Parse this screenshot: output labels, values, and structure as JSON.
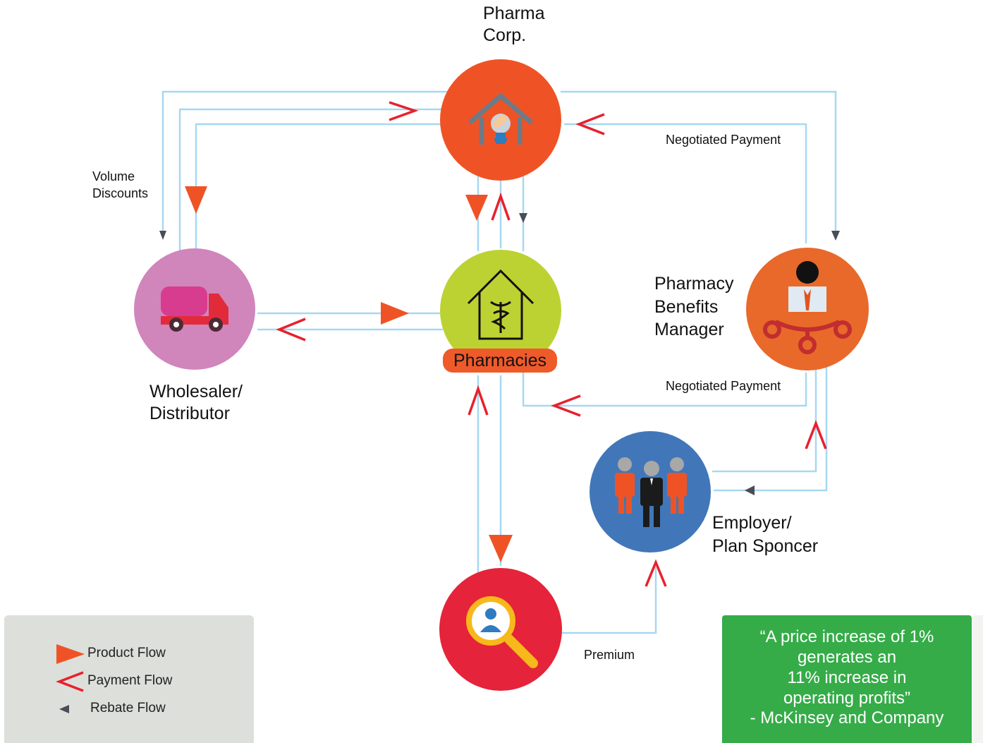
{
  "nodes": {
    "pharma": {
      "label": "Pharma\nCorp.",
      "color": "#ef5325",
      "icon": "pharma-building-icon"
    },
    "wholesaler": {
      "label": "Wholesaler/\nDistributor",
      "color": "#d085bb",
      "icon": "truck-icon"
    },
    "pharmacies": {
      "label": "Pharmacies",
      "color": "#bcd232",
      "icon": "pharmacy-caduceus-icon"
    },
    "pbm": {
      "label": "Pharmacy\nBenefits\nManager",
      "color": "#e8692a",
      "icon": "manager-network-icon"
    },
    "employer": {
      "label": "Employer/\nPlan Sponcer",
      "color": "#4177b9",
      "icon": "employees-group-icon"
    },
    "patient": {
      "color": "#e5233a",
      "icon": "patient-search-icon"
    }
  },
  "flow_labels": {
    "volume_discounts": "Volume\nDiscounts",
    "negotiated_payment_top": "Negotiated Payment",
    "negotiated_payment_bottom": "Negotiated Payment",
    "premium": "Premium"
  },
  "legend": {
    "product": "Product Flow",
    "payment": "Payment Flow",
    "rebate": "Rebate Flow"
  },
  "quote": {
    "text": "“A price increase of 1%\ngenerates an\n11% increase in\noperating profits”",
    "attribution": "- McKinsey and Company"
  },
  "colors": {
    "line": "#a7d8f1",
    "product_arrow": "#ef5325",
    "payment_arrow": "#e8202e",
    "rebate_arrow": "#4a4d55",
    "legend_bg": "#dcdfda",
    "quote_bg": "#35ac48"
  }
}
